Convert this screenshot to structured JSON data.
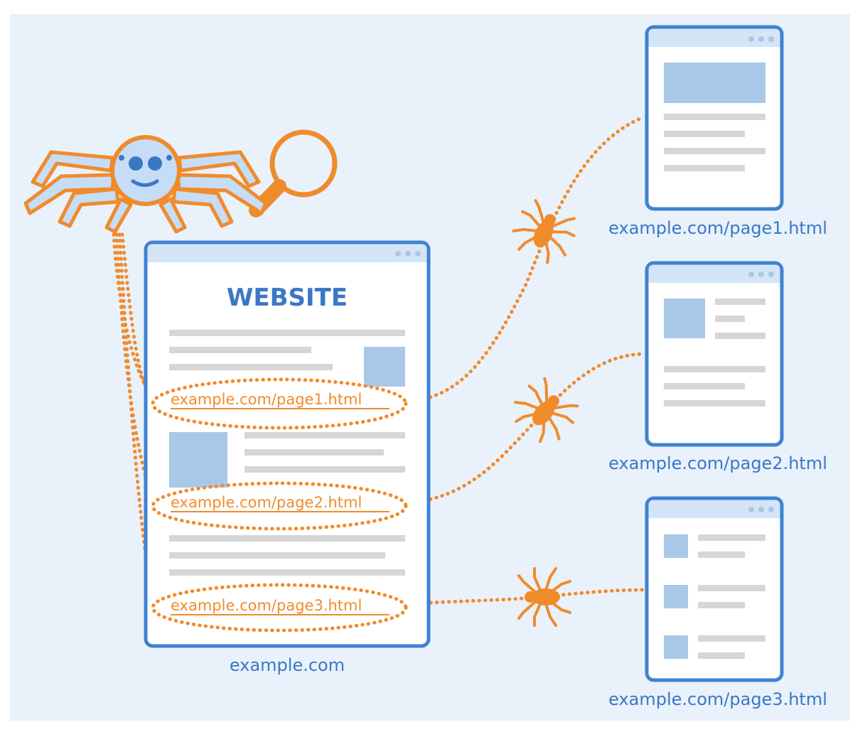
{
  "colors": {
    "background": "#e9f1fb",
    "frame_blue": "#3f82d1",
    "header_blue": "#d4e5f8",
    "block_blue": "#a9c8e8",
    "line_grey": "#d6d6d6",
    "orange": "#f08b2c",
    "spider_fill": "#c5ddf6",
    "text_blue": "#3a78c4"
  },
  "main_page": {
    "title": "WEBSITE",
    "caption": "example.com",
    "links": [
      {
        "label": "example.com/page1.html"
      },
      {
        "label": "example.com/page2.html"
      },
      {
        "label": "example.com/page3.html"
      }
    ]
  },
  "target_pages": [
    {
      "caption": "example.com/page1.html"
    },
    {
      "caption": "example.com/page2.html"
    },
    {
      "caption": "example.com/page3.html"
    }
  ],
  "icons": {
    "crawler": "spider-with-magnifier-icon",
    "small_crawler": "small-spider-icon",
    "window_dots": "window-dots-icon"
  }
}
